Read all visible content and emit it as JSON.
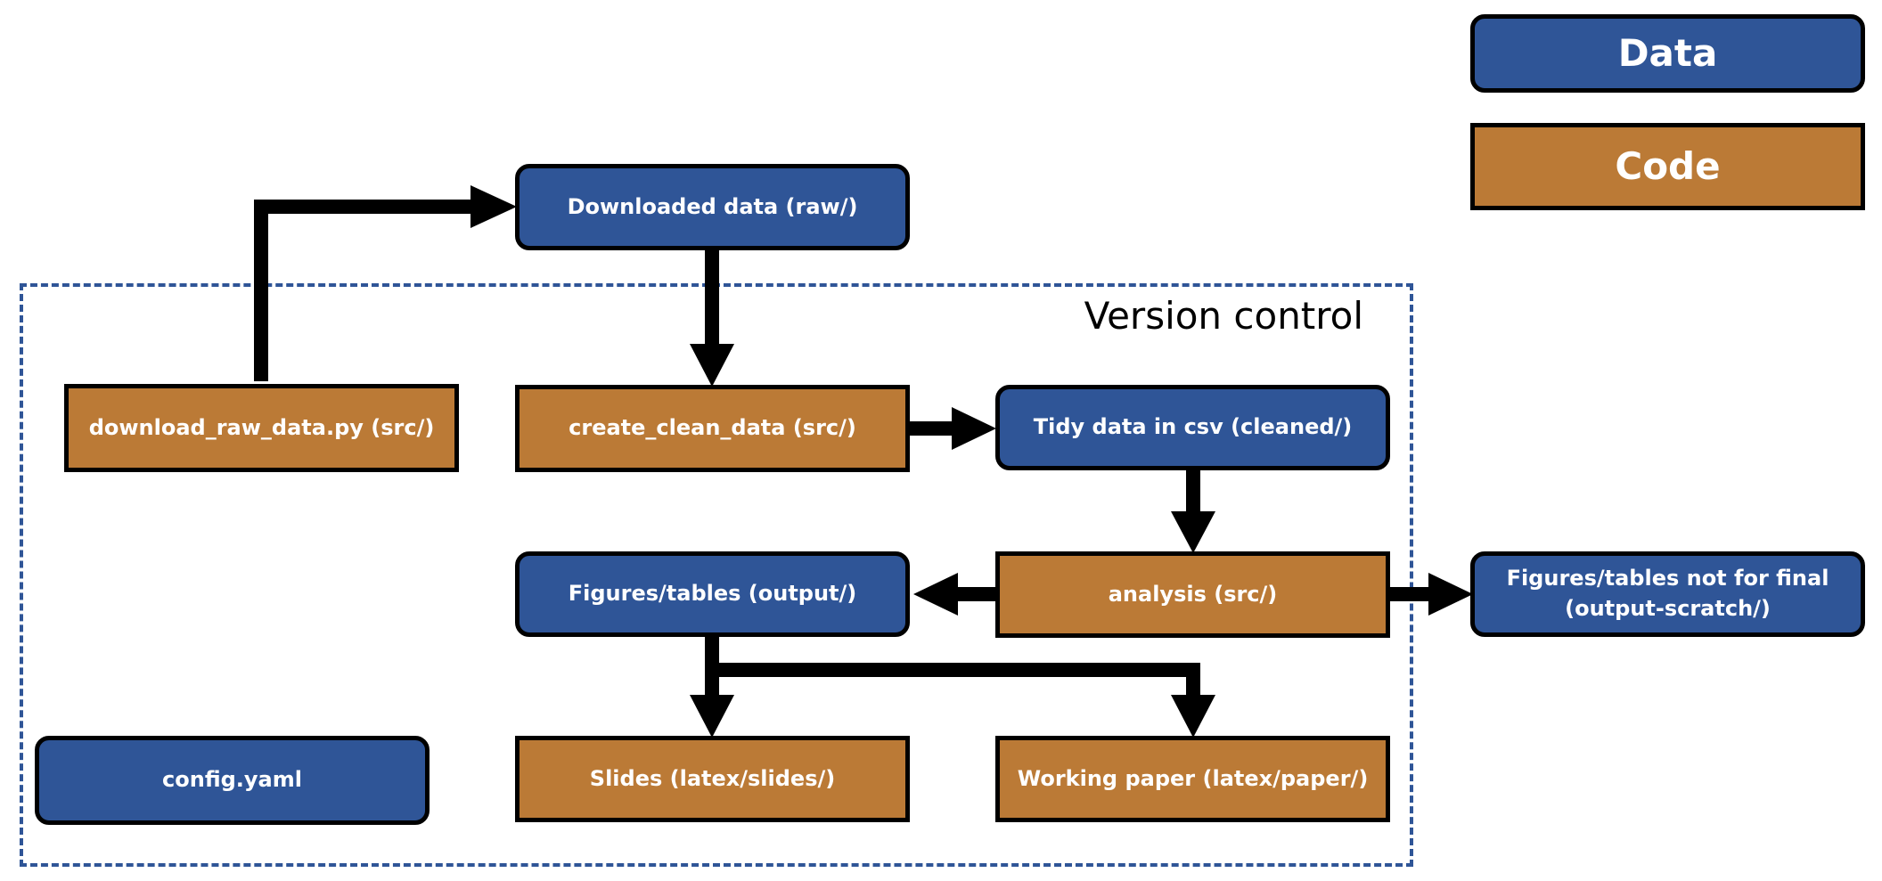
{
  "legend": {
    "data": "Data",
    "code": "Code"
  },
  "region": {
    "label": "Version control"
  },
  "nodes": {
    "downloaded_data": "Downloaded data (raw/)",
    "download_raw_data": "download_raw_data.py (src/)",
    "create_clean_data": "create_clean_data (src/)",
    "tidy_data": "Tidy data in csv (cleaned/)",
    "figures_tables": "Figures/tables (output/)",
    "analysis": "analysis (src/)",
    "figures_scratch_line1": "Figures/tables not for final",
    "figures_scratch_line2": "(output-scratch/)",
    "config": "config.yaml",
    "slides": "Slides (latex/slides/)",
    "working_paper": "Working paper (latex/paper/)"
  },
  "colors": {
    "data": "#2f5597",
    "code": "#bb7a36",
    "arrow": "#000000",
    "border": "#000000"
  }
}
